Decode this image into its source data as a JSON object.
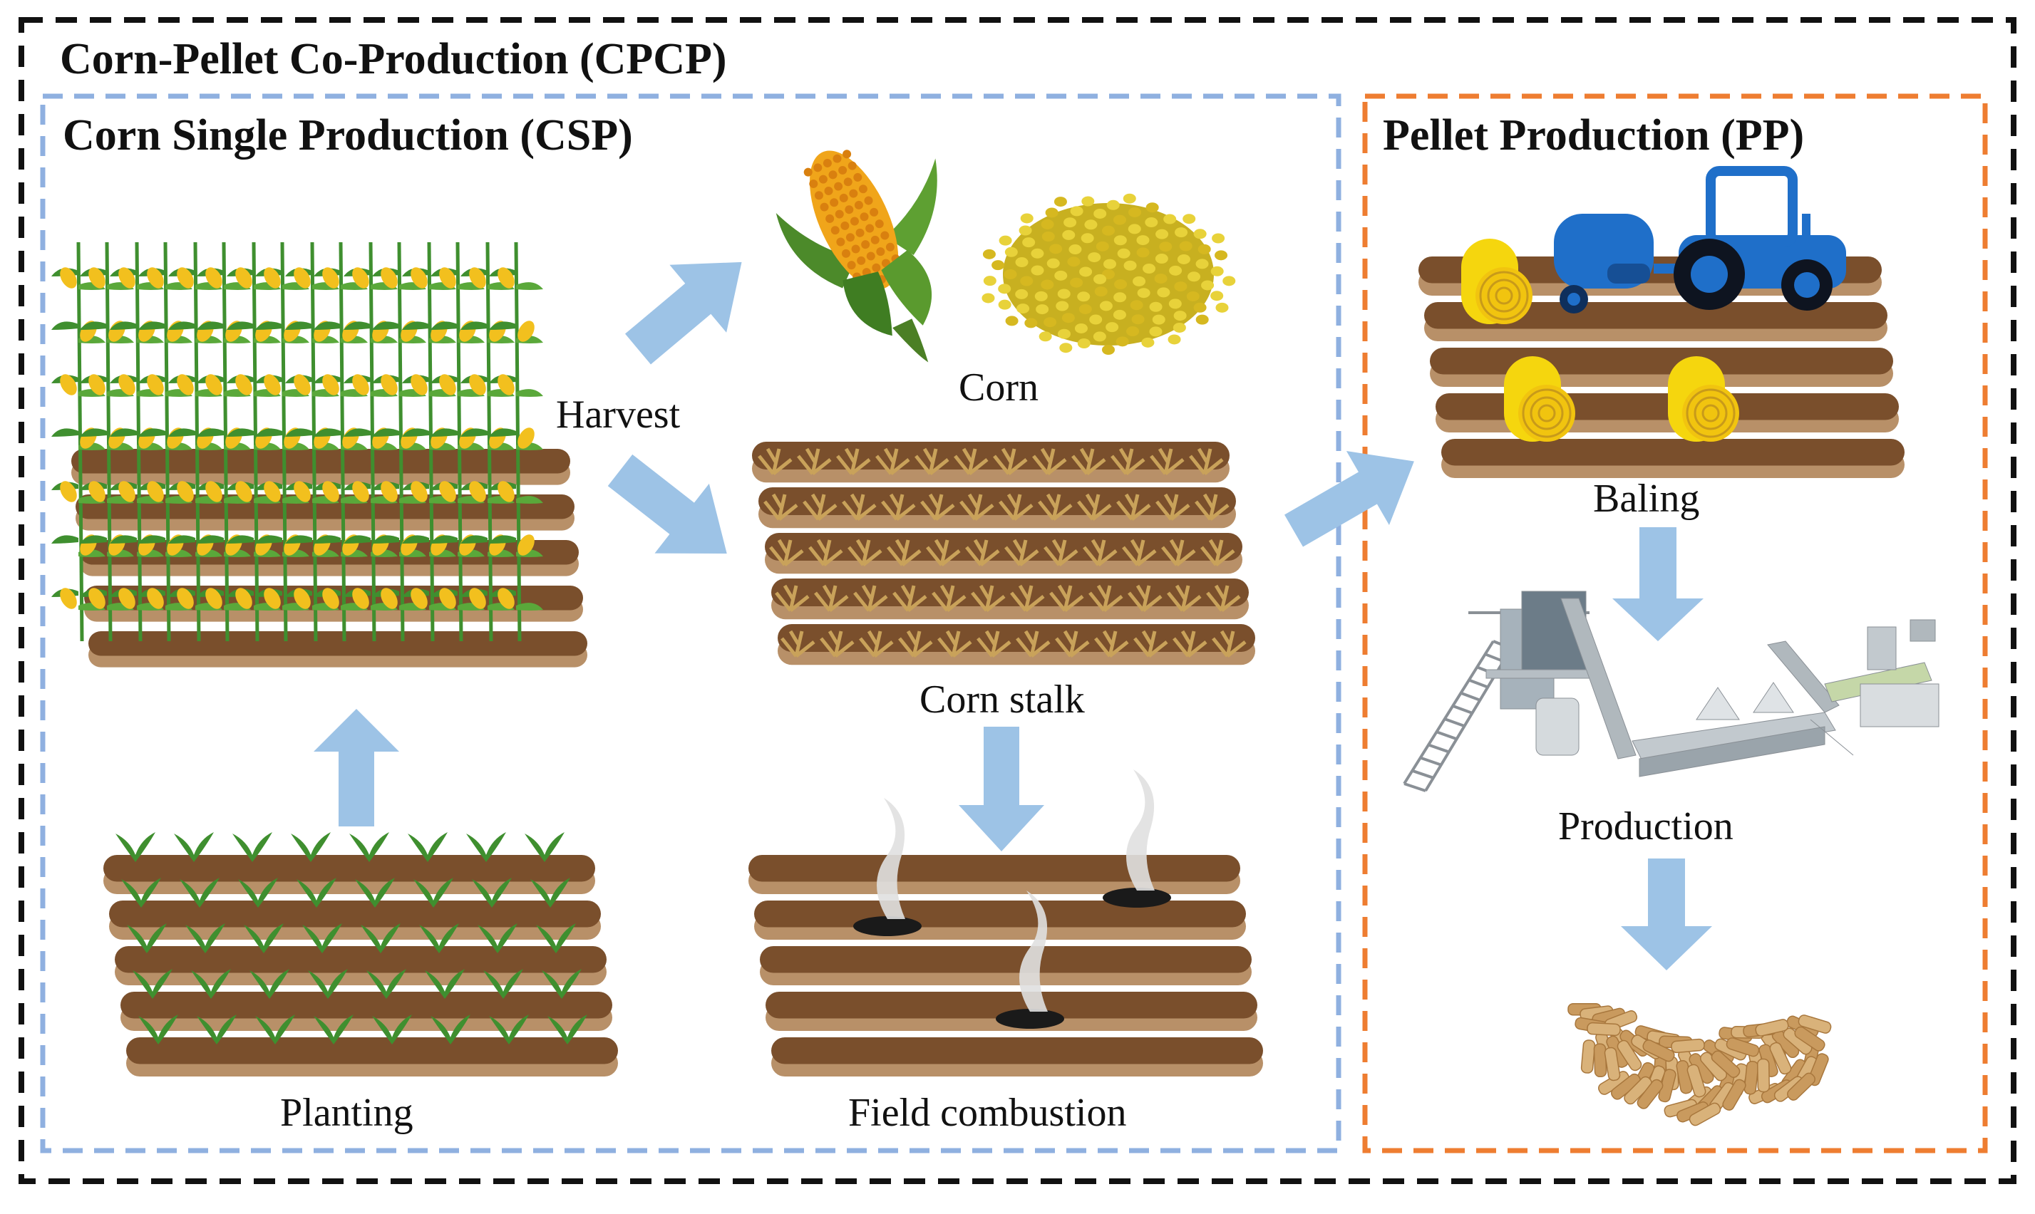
{
  "colors": {
    "outer_border": "#111111",
    "csp_border": "#8fb0e0",
    "pp_border": "#ee7d31",
    "arrow": "#9dc3e6",
    "soil_dark": "#7a4f2c",
    "soil_light": "#b89068",
    "plant_green": "#3f8f2f",
    "corn_yellow": "#f2c01e",
    "stalk_tan": "#c9a25a",
    "tractor_blue": "#1f6fc9",
    "bale_yellow": "#f5d60e"
  },
  "outer": {
    "title": "Corn-Pellet Co-Production (CPCP)"
  },
  "csp": {
    "title": "Corn Single Production (CSP)",
    "labels": {
      "harvest": "Harvest",
      "corn": "Corn",
      "corn_stalk": "Corn stalk",
      "planting": "Planting",
      "field_combustion": "Field combustion"
    }
  },
  "pp": {
    "title": "Pellet Production (PP)",
    "labels": {
      "baling": "Baling",
      "production": "Production"
    }
  },
  "icons": [
    "corn-field-icon",
    "corn-cob-icon",
    "corn-kernels-icon",
    "corn-stalk-field-icon",
    "seedling-field-icon",
    "burning-field-icon",
    "baler-tractor-icon",
    "pellet-machine-icon",
    "pellets-icon"
  ]
}
